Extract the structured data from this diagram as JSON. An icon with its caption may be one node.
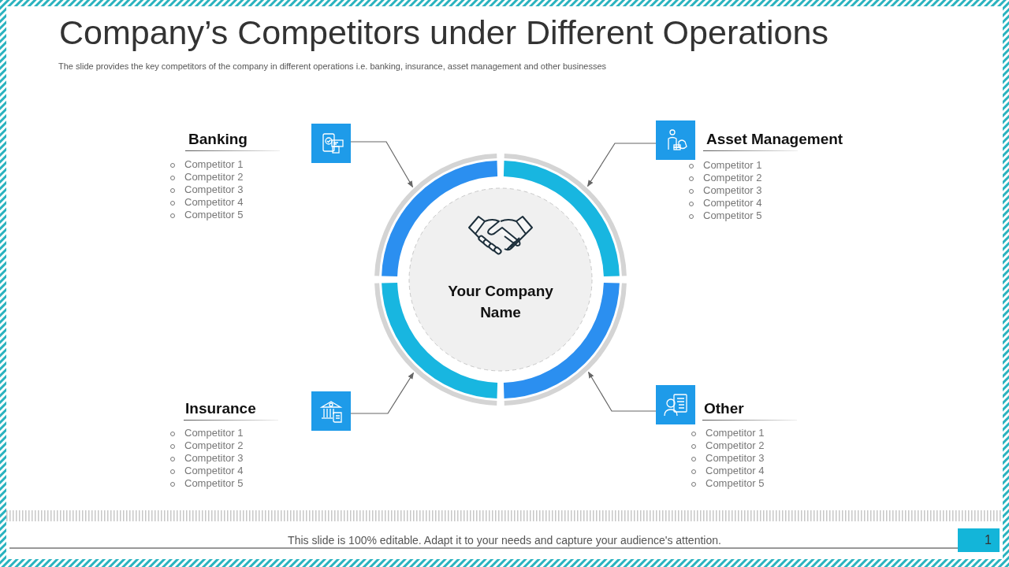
{
  "diagram": {
    "title": "Company’s Competitors under Different Operations",
    "nodes": [
      {
        "text": [
          "Your Company Name"
        ]
      },
      {
        "text": [],
        "shape": "picture"
      },
      {
        "text": [],
        "shape": "picture"
      },
      {
        "text": [],
        "shape": "picture"
      },
      {
        "text": [],
        "shape": "picture"
      }
    ],
    "edges": [
      {
        "from": 1,
        "to": 0,
        "arrow": "to"
      },
      {
        "from": 2,
        "to": 0,
        "arrow": "to"
      },
      {
        "from": 3,
        "to": 0,
        "arrow": "to"
      },
      {
        "from": 4,
        "to": 0,
        "arrow": "to"
      }
    ],
    "labels": [
      "The slide provides the key competitors of the company in different operations i.e. banking, insurance, asset management and other businesses",
      "Banking",
      "Competitor 1",
      "Competitor 2",
      "Competitor 3",
      "Competitor 4",
      "Competitor 5",
      "Asset Management",
      "Competitor 1",
      "Competitor 2",
      "Competitor 3",
      "Competitor 4",
      "Competitor 5",
      "Insurance",
      "Competitor 1",
      "Competitor 2",
      "Competitor 3",
      "Competitor 4",
      "Competitor 5",
      "Other",
      "Competitor 1",
      "Competitor 2",
      "Competitor 3",
      "Competitor 4",
      "Competitor 5",
      "This slide is 100% editable. Adapt it to your needs and capture your audience's attention.",
      "1"
    ]
  }
}
